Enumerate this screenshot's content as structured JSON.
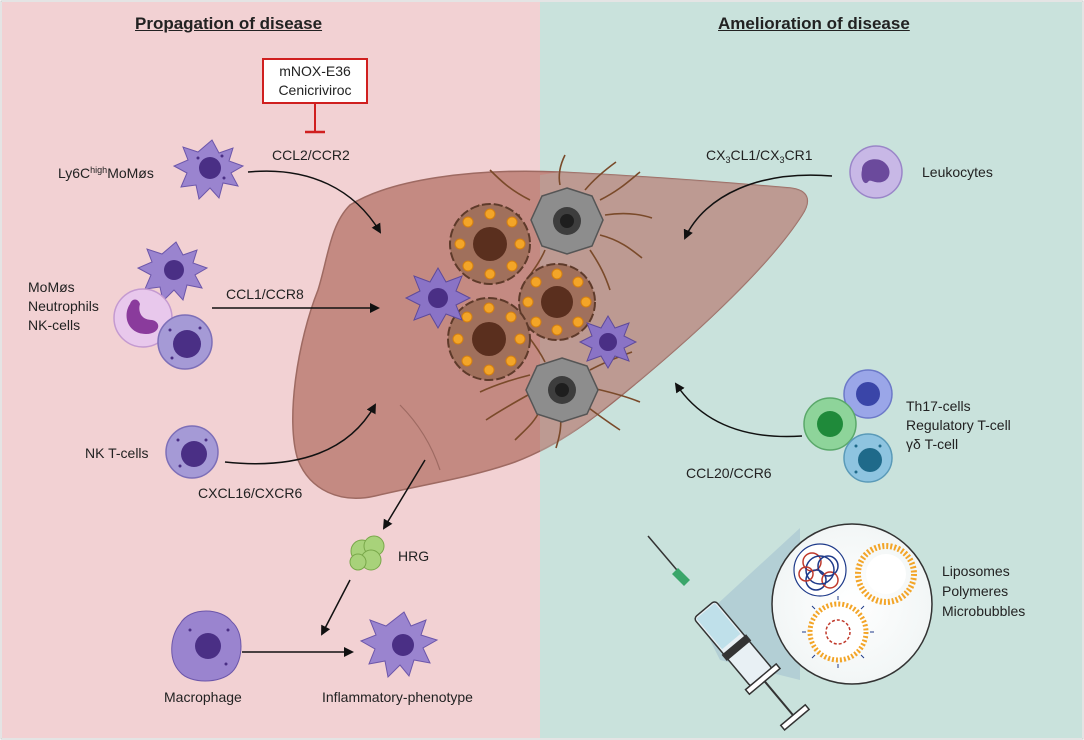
{
  "left_panel": {
    "title": "Propagation of disease",
    "inhibitors": [
      "mNOX-E36",
      "Cenicriviroc"
    ],
    "labels": {
      "ccl2": "CCL2/CCR2",
      "ly6c_pre": "Ly6C",
      "ly6c_sup": "high",
      "ly6c_post": "MoMøs",
      "momos": "MoMøs",
      "neutrophils": "Neutrophils",
      "nk_cells": "NK-cells",
      "ccl1": "CCL1/CCR8",
      "nkt": "NK T-cells",
      "cxcl16": "CXCL16/CXCR6",
      "hrg": "HRG",
      "macrophage": "Macrophage",
      "inflammatory": "Inflammatory-phenotype"
    }
  },
  "right_panel": {
    "title": "Amelioration of disease",
    "labels": {
      "cx3_a": "CX",
      "cx3_sub1": "3",
      "cx3_b": "CL1/CX",
      "cx3_sub2": "3",
      "cx3_c": "CR1",
      "leukocytes": "Leukocytes",
      "th17": "Th17-cells",
      "treg": "Regulatory T-cell",
      "gdt": "γδ T-cell",
      "ccl20": "CCL20/CCR6",
      "liposomes": "Liposomes",
      "polymeres": "Polymeres",
      "microbubbles": "Microbubbles"
    }
  },
  "colors": {
    "left_bg": "#f2d1d3",
    "right_bg": "#c9e2dc",
    "liver": "#c48a82",
    "inhibitor_red": "#d01f1f",
    "monocyte": "#9a84c8"
  }
}
